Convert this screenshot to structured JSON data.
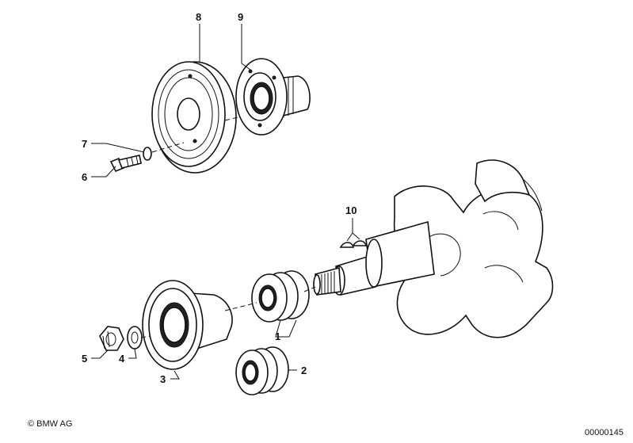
{
  "callouts": {
    "c1": "1",
    "c2": "2",
    "c3": "3",
    "c4": "4",
    "c5": "5",
    "c6": "6",
    "c7": "7",
    "c8": "8",
    "c9": "9",
    "c10": "10"
  },
  "footer": {
    "copyright": "© BMW AG",
    "part_number": "00000145"
  }
}
